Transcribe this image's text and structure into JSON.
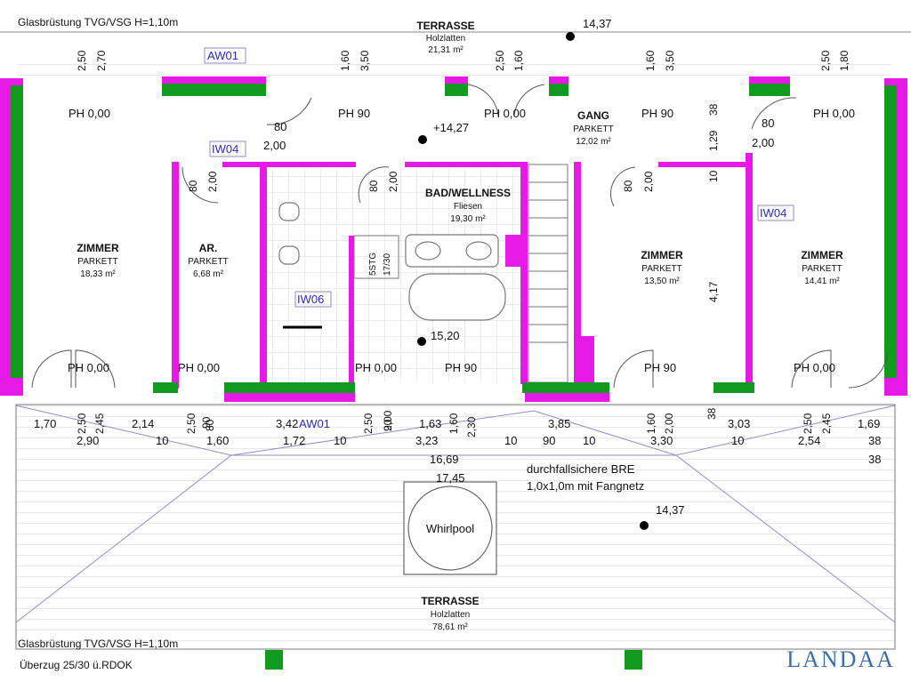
{
  "colors": {
    "wall_magenta": "#e619e6",
    "wall_green": "#119a1e",
    "outline": "#555555",
    "tile_line": "#d8d8d8",
    "wood_line": "#c8c8c8",
    "brand": "#3b6fa6",
    "label_blue": "#2b2bb0"
  },
  "notes": {
    "glass_top": "Glasbrüstung TVG/VSG H=1,10m",
    "glass_bottom": "Glasbrüstung TVG/VSG H=1,10m",
    "beam": "Überzug 25/30 ü.RDOK",
    "fall_line1": "durchfallsichere BRE",
    "fall_line2": "1,0x1,0m mit Fangnetz",
    "stairs": "5STG",
    "stairs_size": "17/30"
  },
  "brand": "LANDAA",
  "whirlpool": "Whirlpool",
  "rooms": [
    {
      "name": "TERRASSE",
      "floor": "Holzlatten",
      "area": "21,31 m²"
    },
    {
      "name": "ZIMMER",
      "floor": "PARKETT",
      "area": "18,33 m²"
    },
    {
      "name": "AR.",
      "floor": "PARKETT",
      "area": "6,68 m²"
    },
    {
      "name": "BAD/WELLNESS",
      "floor": "Fliesen",
      "area": "19,30 m²"
    },
    {
      "name": "GANG",
      "floor": "PARKETT",
      "area": "12,02 m²"
    },
    {
      "name": "ZIMMER",
      "floor": "PARKETT",
      "area": "13,50 m²"
    },
    {
      "name": "ZIMMER",
      "floor": "PARKETT",
      "area": "14,41 m²"
    },
    {
      "name": "TERRASSE",
      "floor": "Holzlatten",
      "area": "78,61 m²"
    }
  ],
  "elevations": [
    "14,37",
    "+14,27",
    "15,20",
    "14,37"
  ],
  "wall_codes": [
    "AW01",
    "IW04",
    "IW04",
    "IW06",
    "AW01"
  ],
  "heights": [
    "PH 0,00",
    "PH 90",
    "PH 0,00",
    "PH 90",
    "PH 0,00",
    "PH 0,00",
    "PH 0,00",
    "PH 0,00",
    "PH 90",
    "PH 90",
    "PH 0,00"
  ],
  "door_dims": [
    "80",
    "2,00",
    "80",
    "2,00",
    "80",
    "2,00",
    "80",
    "2,00",
    "80",
    "2,00",
    "80",
    "2,00"
  ],
  "vertical_dims": [
    "2,50",
    "2,70",
    "1,60",
    "3,50",
    "2,50",
    "1,60",
    "1,60",
    "3,50",
    "2,50",
    "1,80",
    "38",
    "1,29",
    "10",
    "4,17"
  ],
  "bottom_dims_row1": [
    "1,70",
    "2,50",
    "2,45",
    "2,14",
    "2,50",
    "90",
    "3,42",
    "2,50",
    "90",
    "1,63",
    "1,60",
    "2,30",
    "3,85",
    "1,60",
    "2,00",
    "38",
    "3,03",
    "2,50",
    "2,45",
    "1,69"
  ],
  "bottom_dims_row2": [
    "2,90",
    "10",
    "1,60",
    "1,72",
    "10",
    "3,23",
    "10",
    "90",
    "10",
    "3,30",
    "10",
    "2,54",
    "38"
  ],
  "bottom_dims_row3": [
    "16,69",
    "38",
    "17,45"
  ]
}
